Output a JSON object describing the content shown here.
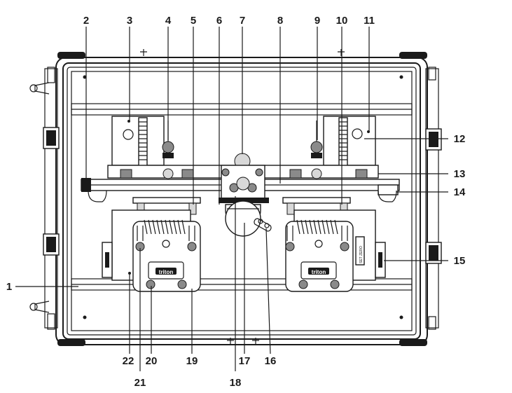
{
  "diagram": {
    "callouts": [
      {
        "id": "1",
        "text": "1"
      },
      {
        "id": "2",
        "text": "2"
      },
      {
        "id": "3",
        "text": "3"
      },
      {
        "id": "4",
        "text": "4"
      },
      {
        "id": "5",
        "text": "5"
      },
      {
        "id": "6",
        "text": "6"
      },
      {
        "id": "7",
        "text": "7"
      },
      {
        "id": "8",
        "text": "8"
      },
      {
        "id": "9",
        "text": "9"
      },
      {
        "id": "10",
        "text": "10"
      },
      {
        "id": "11",
        "text": "11"
      },
      {
        "id": "12",
        "text": "12"
      },
      {
        "id": "13",
        "text": "13"
      },
      {
        "id": "14",
        "text": "14"
      },
      {
        "id": "15",
        "text": "15"
      },
      {
        "id": "16",
        "text": "16"
      },
      {
        "id": "17",
        "text": "17"
      },
      {
        "id": "18",
        "text": "18"
      },
      {
        "id": "19",
        "text": "19"
      },
      {
        "id": "20",
        "text": "20"
      },
      {
        "id": "21",
        "text": "21"
      },
      {
        "id": "22",
        "text": "22"
      }
    ],
    "logo_left": "triton",
    "logo_right": "triton",
    "side_tag": "SET ZERO"
  }
}
